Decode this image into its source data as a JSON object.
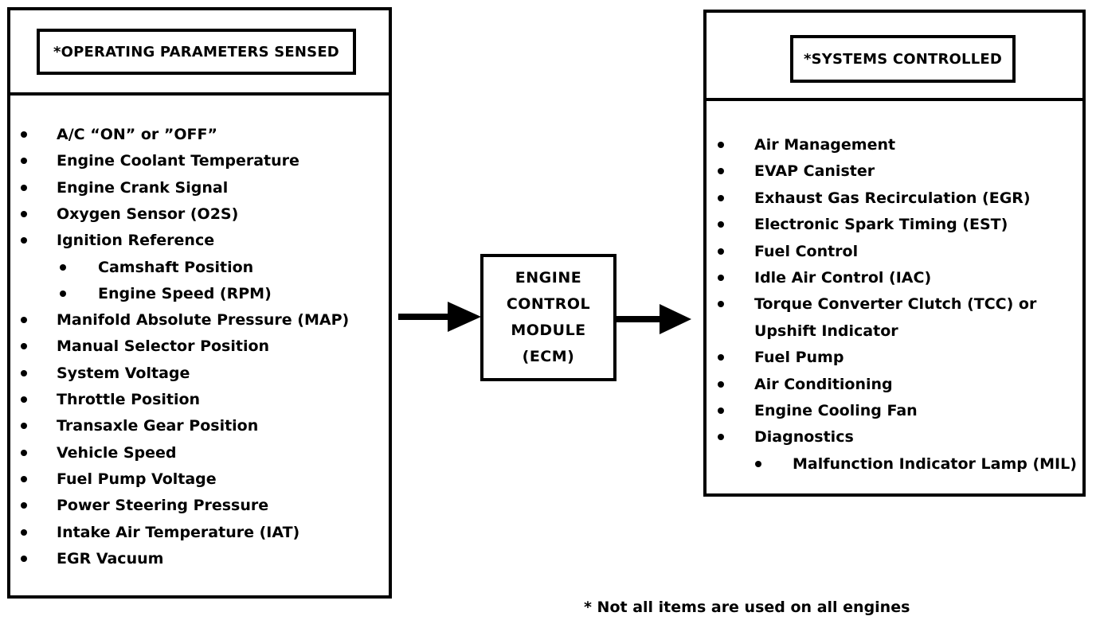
{
  "left_panel": {
    "title": "*OPERATING PARAMETERS SENSED",
    "items": [
      {
        "text": "A/C “ON” or ”OFF”",
        "level": 0
      },
      {
        "text": "Engine Coolant Temperature",
        "level": 0
      },
      {
        "text": "Engine Crank Signal",
        "level": 0
      },
      {
        "text": "Oxygen Sensor (O2S)",
        "level": 0
      },
      {
        "text": "Ignition Reference",
        "level": 0
      },
      {
        "text": "Camshaft Position",
        "level": 1
      },
      {
        "text": "Engine Speed (RPM)",
        "level": 1
      },
      {
        "text": "Manifold Absolute Pressure (MAP)",
        "level": 0
      },
      {
        "text": "Manual Selector Position",
        "level": 0
      },
      {
        "text": "System Voltage",
        "level": 0
      },
      {
        "text": "Throttle Position",
        "level": 0
      },
      {
        "text": "Transaxle Gear Position",
        "level": 0
      },
      {
        "text": "Vehicle Speed",
        "level": 0
      },
      {
        "text": "Fuel Pump Voltage",
        "level": 0
      },
      {
        "text": "Power Steering Pressure",
        "level": 0
      },
      {
        "text": "Intake Air Temperature (IAT)",
        "level": 0
      },
      {
        "text": "EGR Vacuum",
        "level": 0
      }
    ]
  },
  "center": {
    "lines": [
      "ENGINE",
      "CONTROL",
      "MODULE",
      "(ECM)"
    ]
  },
  "right_panel": {
    "title": "*SYSTEMS CONTROLLED",
    "items": [
      {
        "text": "Air Management",
        "level": 0
      },
      {
        "text": "EVAP Canister",
        "level": 0
      },
      {
        "text": "Exhaust Gas Recirculation (EGR)",
        "level": 0
      },
      {
        "text": "Electronic Spark Timing (EST)",
        "level": 0
      },
      {
        "text": "Fuel Control",
        "level": 0
      },
      {
        "text": "Idle Air Control (IAC)",
        "level": 0
      },
      {
        "text": "Torque Converter Clutch (TCC) or",
        "level": 0
      },
      {
        "text": "Upshift Indicator",
        "level": 0,
        "continuation": true
      },
      {
        "text": "Fuel Pump",
        "level": 0
      },
      {
        "text": "Air Conditioning",
        "level": 0
      },
      {
        "text": "Engine Cooling Fan",
        "level": 0
      },
      {
        "text": "Diagnostics",
        "level": 0
      },
      {
        "text": "Malfunction Indicator Lamp (MIL)",
        "level": 1
      }
    ]
  },
  "footnote": "*  Not all items are used on all engines"
}
